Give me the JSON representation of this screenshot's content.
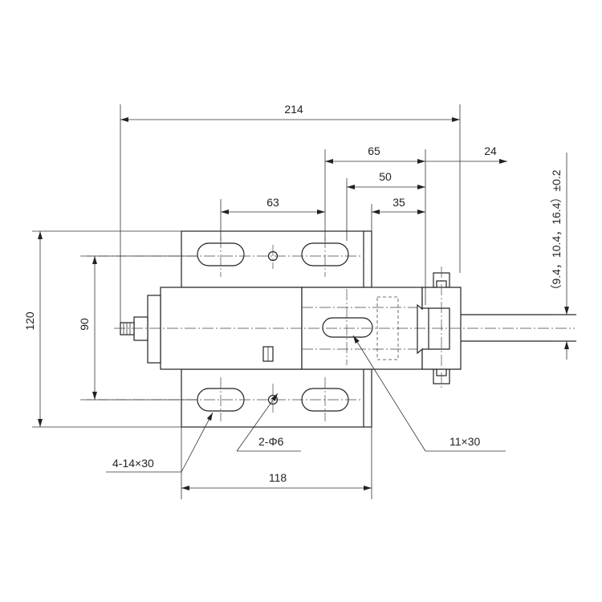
{
  "dimensions": {
    "overall_length": "214",
    "d65": "65",
    "d24": "24",
    "d50": "50",
    "d35": "35",
    "hole_spacing": "63",
    "height_120": "120",
    "height_90": "90",
    "base_width": "118",
    "tolerance_note": "（9.4，10.4，16.4）±0.2"
  },
  "callouts": {
    "mount_slots": "4-14×30",
    "pin_holes": "2-Φ6",
    "center_slot": "11×30"
  },
  "colors": {
    "line": "#222222",
    "background": "#ffffff"
  }
}
